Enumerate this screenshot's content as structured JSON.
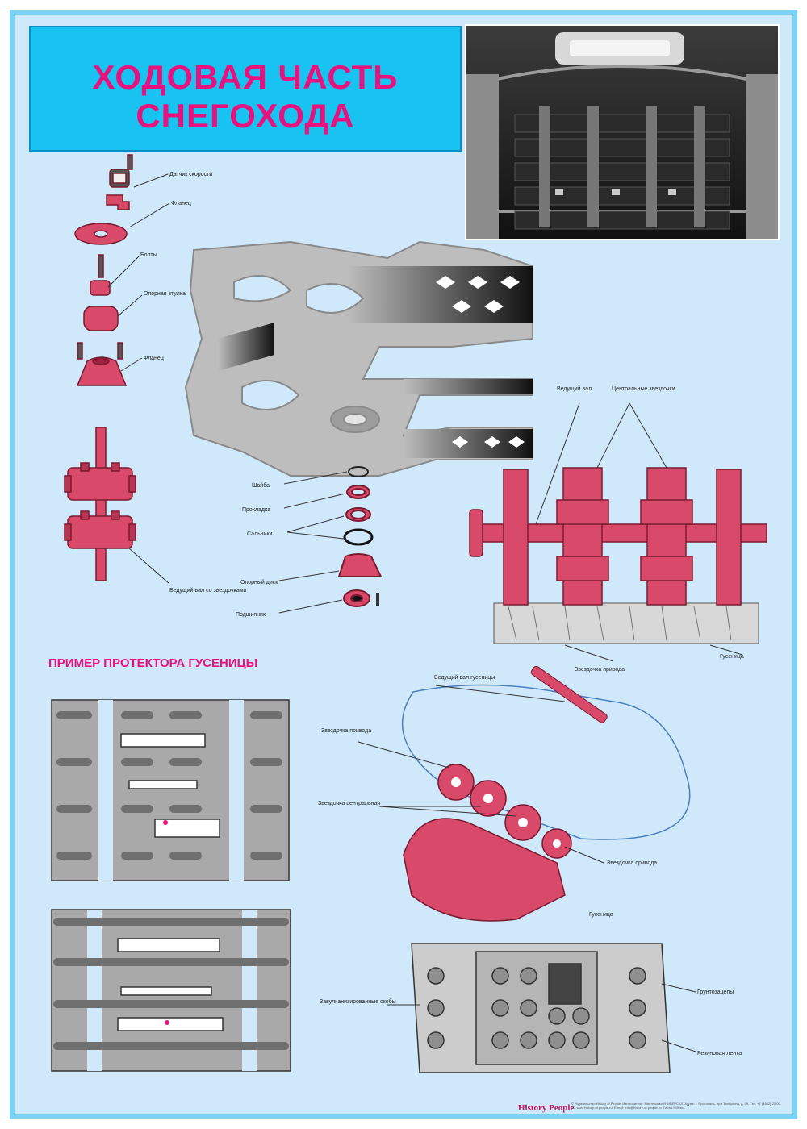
{
  "title": {
    "line1": "ХОДОВАЯ ЧАСТЬ",
    "line2": "СНЕГОХОДА"
  },
  "tread_section_title": "ПРИМЕР ПРОТЕКТОРА ГУСЕНИЦЫ",
  "exploded_labels": {
    "speed_sensor": "Датчик скорости",
    "flange_top": "Фланец",
    "bolts": "Болты",
    "support_sleeve": "Опорная втулка",
    "flange_bottom": "Фланец",
    "drive_shaft_sprockets": "Ведущий вал со звездочками"
  },
  "bearing_labels": {
    "washer": "Шайба",
    "gasket": "Прокладка",
    "seals": "Сальники",
    "support_disk": "Опорный диск",
    "bearing": "Подшипник"
  },
  "axle_labels": {
    "drive_shaft": "Ведущий вал",
    "central_sprockets": "Центральные звездочки",
    "track": "Гусеница",
    "drive_sprocket": "Звездочка привода"
  },
  "assembly_labels": {
    "drive_shaft_track": "Ведущий вал гусеницы",
    "drive_sprocket_top": "Звездочка привода",
    "central_sprocket": "Звездочка центральная",
    "drive_sprocket_bottom": "Звездочка привода",
    "track": "Гусеница"
  },
  "track_section_labels": {
    "vulcanized_brackets": "Завулканизированные скобы",
    "lugs": "Грунтозацепы",
    "rubber_belt": "Резиновая лента"
  },
  "footer": {
    "brand": "History People",
    "imprint": "© Издательство History of People. Изготовитель: Мастерская УНИВЕРСАЛ. Адрес: г. Ярославль, пр-т Толбухина, д. 29. Тел. +7 (4852) 23-00-00. www.history-of-people.ru. E-mail: info@history-of-people.ru. Тираж 500 экз."
  },
  "colors": {
    "background": "#cfe9fb",
    "frame": "#7dd3f5",
    "title_box": "#19c3f1",
    "title_text": "#e8127e",
    "parts": "#d94a6a",
    "frame_drawing": "#bdbdbd"
  }
}
